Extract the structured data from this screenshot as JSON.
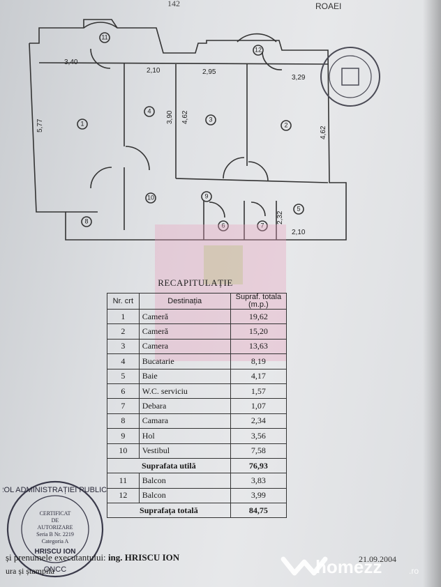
{
  "header": {
    "page_number": "142",
    "signature_text": "ROAEI"
  },
  "plan": {
    "dimensions": [
      "3,40",
      "2,10",
      "2,95",
      "3,29",
      "5,77",
      "3,90",
      "4,62",
      "4,62",
      "2,32",
      "2,10"
    ],
    "room_numbers": [
      "1",
      "2",
      "3",
      "4",
      "5",
      "6",
      "7",
      "8",
      "9",
      "10",
      "11",
      "12"
    ]
  },
  "table": {
    "title": "RECAPITULAȚIE",
    "headers": {
      "nr": "Nr. crt",
      "destinatia": "Destinația",
      "suprafata": "Supraf. totala (m.p.)"
    },
    "rows": [
      {
        "nr": "1",
        "name": "Cameră",
        "area": "19,62"
      },
      {
        "nr": "2",
        "name": "Cameră",
        "area": "15,20"
      },
      {
        "nr": "3",
        "name": "Camera",
        "area": "13,63"
      },
      {
        "nr": "4",
        "name": "Bucatarie",
        "area": "8,19"
      },
      {
        "nr": "5",
        "name": "Baie",
        "area": "4,17"
      },
      {
        "nr": "6",
        "name": "W.C. serviciu",
        "area": "1,57"
      },
      {
        "nr": "7",
        "name": "Debara",
        "area": "1,07"
      },
      {
        "nr": "8",
        "name": "Camara",
        "area": "2,34"
      },
      {
        "nr": "9",
        "name": "Hol",
        "area": "3,56"
      },
      {
        "nr": "10",
        "name": "Vestibul",
        "area": "7,58"
      }
    ],
    "util_label": "Suprafata utilă",
    "util_value": "76,93",
    "balcony_rows": [
      {
        "nr": "11",
        "name": "Balcon",
        "area": "3,83"
      },
      {
        "nr": "12",
        "name": "Balcon",
        "area": "3,99"
      }
    ],
    "total_label": "Suprafaţa totală",
    "total_value": "84,75"
  },
  "stamp": {
    "ring_text": "ROL ADMINISTRAȚIEI PUBLICE",
    "lines": [
      "CERTIFICAT",
      "DE",
      "AUTORIZARE",
      "Seria B Nr. 2219",
      "Categoria A"
    ],
    "name": "HRISCU ION",
    "bottom": "ONCC"
  },
  "footer": {
    "line1_prefix": "și prenumele executantului:",
    "line1_name": "ing. HRISCU ION",
    "line2": "ura și ștampila",
    "date": "21.09.2004"
  },
  "watermark": {
    "brand": "homezz",
    "suffix": ".ro"
  }
}
